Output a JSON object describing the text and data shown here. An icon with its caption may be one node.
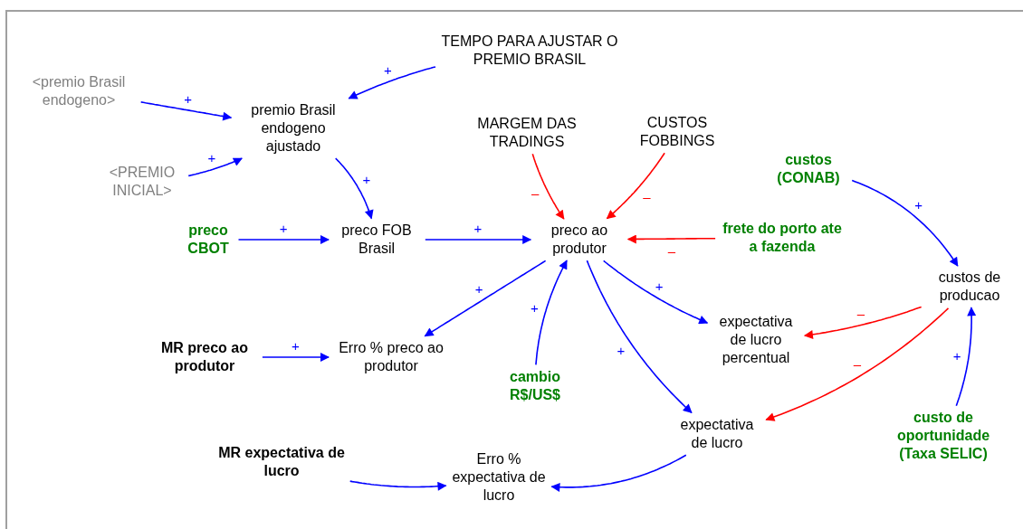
{
  "diagram": {
    "nodes": [
      {
        "text": [
          "TEMPO PARA AJUSTAR O PREMIO BRASIL"
        ]
      },
      {
        "text": [
          "<premio Brasil endogeno>"
        ]
      },
      {
        "text": [
          "premio Brasil endogeno ajustado"
        ]
      },
      {
        "text": [
          "<PREMIO INICIAL>"
        ]
      },
      {
        "text": [
          "MARGEM DAS TRADINGS"
        ]
      },
      {
        "text": [
          "CUSTOS FOBBINGS"
        ]
      },
      {
        "text": [
          "custos (CONAB)"
        ]
      },
      {
        "text": [
          "preco CBOT"
        ]
      },
      {
        "text": [
          "preco FOB Brasil"
        ]
      },
      {
        "text": [
          "preco ao produtor"
        ]
      },
      {
        "text": [
          "frete do porto ate a fazenda"
        ]
      },
      {
        "text": [
          "custos de producao"
        ]
      },
      {
        "text": [
          "MR preco ao produtor"
        ]
      },
      {
        "text": [
          "Erro % preco ao produtor"
        ]
      },
      {
        "text": [
          "expectativa de lucro percentual"
        ]
      },
      {
        "text": [
          "cambio R$/US$"
        ]
      },
      {
        "text": [
          "expectativa de lucro"
        ]
      },
      {
        "text": [
          "custo de oportunidade (Taxa SELIC)"
        ]
      },
      {
        "text": [
          "MR expectativa de lucro"
        ]
      },
      {
        "text": [
          "Erro % expectativa de lucro"
        ]
      }
    ],
    "edges": [
      {
        "from": 0,
        "to": 2,
        "arrow": "to",
        "label": "+"
      },
      {
        "from": 1,
        "to": 2,
        "arrow": "to",
        "label": "+"
      },
      {
        "from": 3,
        "to": 2,
        "arrow": "to",
        "label": "+"
      },
      {
        "from": 2,
        "to": 8,
        "arrow": "to",
        "label": "+"
      },
      {
        "from": 7,
        "to": 8,
        "arrow": "to",
        "label": "+"
      },
      {
        "from": 8,
        "to": 9,
        "arrow": "to",
        "label": "+"
      },
      {
        "from": 4,
        "to": 9,
        "arrow": "to",
        "label": "–",
        "color": "#ff0000"
      },
      {
        "from": 5,
        "to": 9,
        "arrow": "to",
        "label": "–",
        "color": "#ff0000"
      },
      {
        "from": 10,
        "to": 9,
        "arrow": "to",
        "label": "–",
        "color": "#ff0000"
      },
      {
        "from": 6,
        "to": 11,
        "arrow": "to",
        "label": "+"
      },
      {
        "from": 9,
        "to": 13,
        "arrow": "to",
        "label": "+"
      },
      {
        "from": 15,
        "to": 9,
        "arrow": "to",
        "label": "+"
      },
      {
        "from": 9,
        "to": 14,
        "arrow": "to",
        "label": "+"
      },
      {
        "from": 9,
        "to": 16,
        "arrow": "to",
        "label": "+"
      },
      {
        "from": 11,
        "to": 14,
        "arrow": "to",
        "label": "–",
        "color": "#ff0000"
      },
      {
        "from": 11,
        "to": 16,
        "arrow": "to",
        "label": "–",
        "color": "#ff0000"
      },
      {
        "from": 17,
        "to": 11,
        "arrow": "to",
        "label": "+"
      },
      {
        "from": 12,
        "to": 13,
        "arrow": "to",
        "label": "+"
      },
      {
        "from": 18,
        "to": 19,
        "arrow": "to"
      },
      {
        "from": 16,
        "to": 19,
        "arrow": "to"
      }
    ]
  }
}
